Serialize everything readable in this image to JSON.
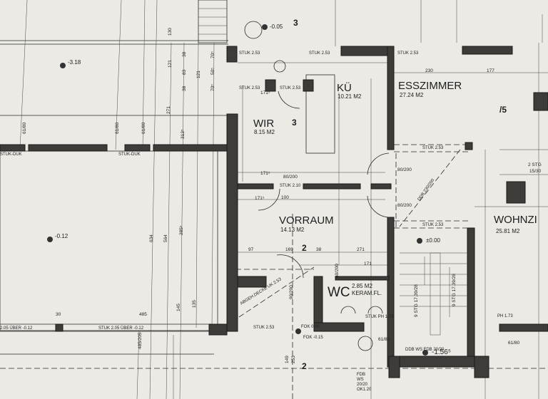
{
  "rooms": [
    {
      "name": "KÜ",
      "area": "10.21 M2"
    },
    {
      "name": "ESSZIMMER",
      "area": "27.24 M2"
    },
    {
      "name": "WIR",
      "area": "8.15 M2"
    },
    {
      "name": "VORRAUM",
      "area": "14.13 M2"
    },
    {
      "name": "WOHNZI",
      "area": "25.81 M2"
    },
    {
      "name": "WC",
      "area": "2.85 M2",
      "floor": "KERAM.FL."
    }
  ],
  "levels": [
    "-3.18",
    "-0.12",
    "±0.00",
    "-1.56⁵",
    "-0.05"
  ],
  "ceilings": [
    "STUK 2.53",
    "STUK 2.53",
    "STUK 2.53",
    "STUK 2.53",
    "STUK 2.53",
    "STUK 2.10",
    "STUK 2.53",
    "STUK 2.53",
    "STUK-DUK",
    "STUK-DUK",
    "STUK 2.05 ÜBER -0.12",
    "2.05 ÜBER -0.12",
    "STUK 2.53"
  ],
  "openings": [
    "80/200",
    "80/200",
    "80/200",
    "90/200",
    "60/200"
  ],
  "section_marks": [
    "3",
    "3",
    "2",
    "2",
    "/5"
  ],
  "stairs": [
    "9 STG 17.39/28",
    "9 STG 17.39/28",
    "2 STG",
    "15/30"
  ],
  "notes": [
    "ABGEH.DECKE UK 2.53",
    "FOK 0.00",
    "FOK -0.15",
    "FDB",
    "WS",
    "20/20",
    "OK1.20",
    "DDB 230/200",
    "PH 1.73",
    "STUK PH 1.73",
    "DDB WS FDB 20/20"
  ],
  "dimensions": [
    "130",
    "121",
    "83",
    "38",
    "38",
    "121",
    "70⁵",
    "50⁵",
    "70⁵",
    "271",
    "313⁵",
    "61/80",
    "61/80",
    "61/80",
    "634",
    "564",
    "285⁵",
    "145",
    "135",
    "485",
    "485/205",
    "30",
    "171⁵",
    "171⁵",
    "171⁵",
    "100",
    "97",
    "169",
    "38",
    "271",
    "171",
    "230",
    "177",
    "149",
    "253",
    "61/80",
    "61/80"
  ]
}
